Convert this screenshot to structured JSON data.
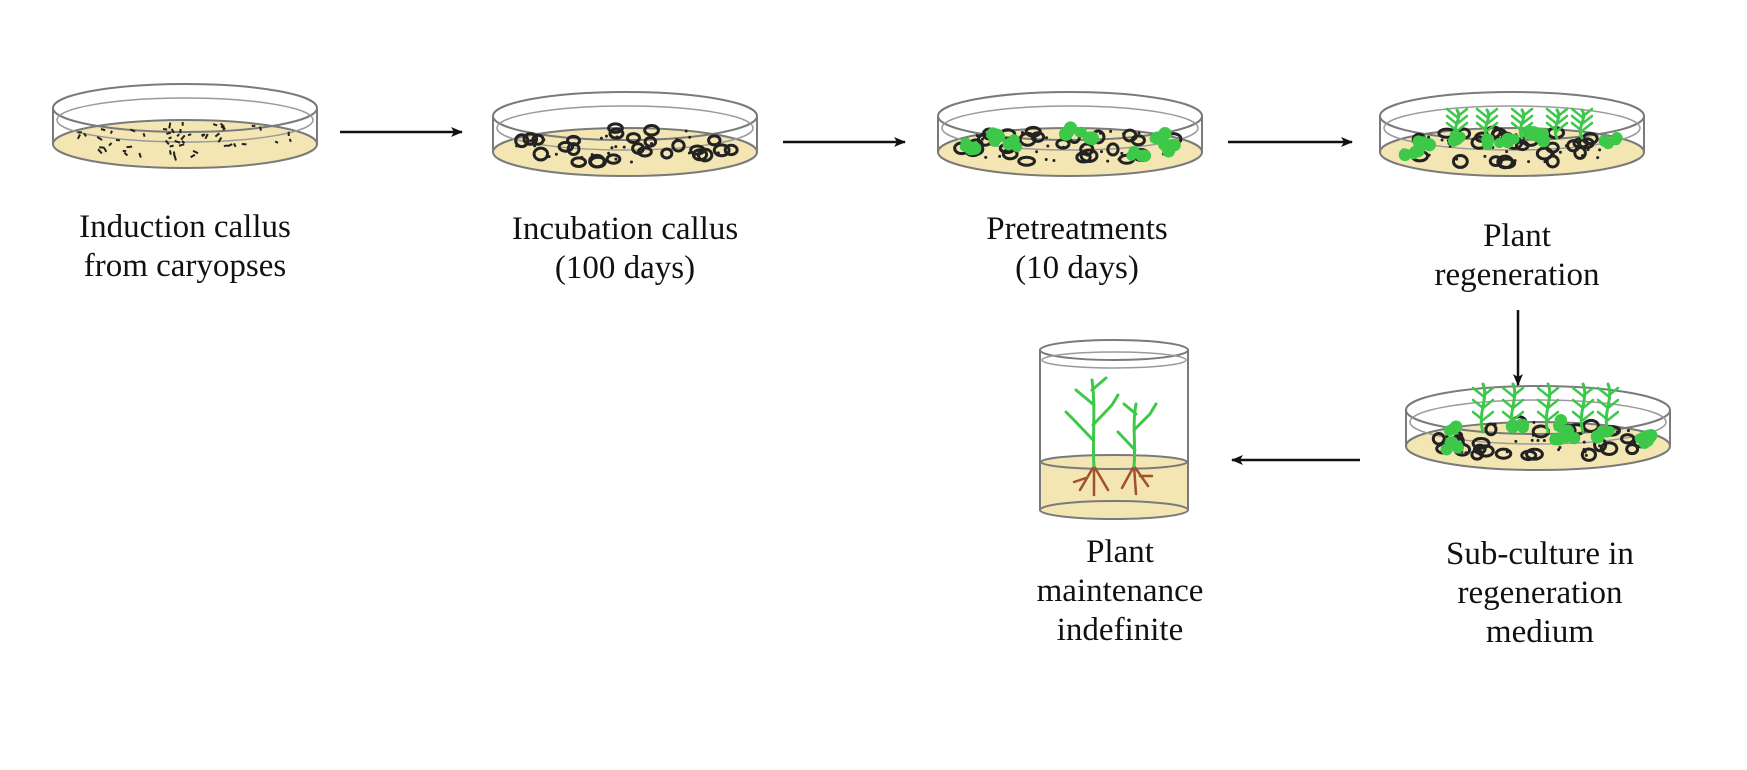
{
  "colors": {
    "medium": "#f3e6b3",
    "glass": "#7a7a7a",
    "callus": "#222222",
    "shoot": "#3ec84a",
    "root": "#a0522d",
    "arrow": "#111111"
  },
  "steps": [
    {
      "lines": [
        "Induction callus",
        "from caryopses"
      ]
    },
    {
      "lines": [
        "Incubation callus",
        "(100 days)"
      ]
    },
    {
      "lines": [
        "Pretreatments",
        "(10 days)"
      ]
    },
    {
      "lines": [
        "Plant",
        "regeneration"
      ]
    },
    {
      "lines": [
        "Sub-culture in",
        "regeneration",
        "medium"
      ]
    },
    {
      "lines": [
        "Plant",
        "maintenance",
        "indefinite"
      ]
    }
  ]
}
